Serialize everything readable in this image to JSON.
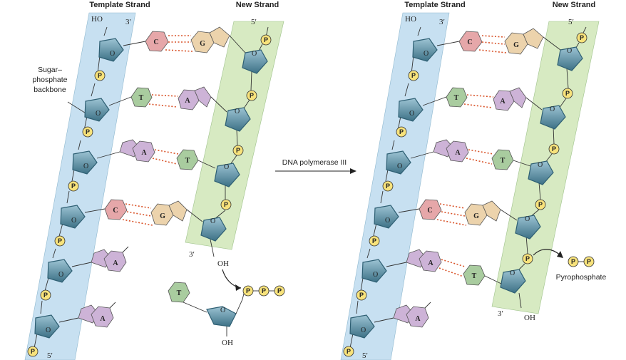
{
  "panels": [
    {
      "template_header": "Template Strand",
      "new_header": "New Strand",
      "template_top_group": "HO",
      "template_top_prime": "3′",
      "template_bottom_prime": "5′",
      "new_top_prime": "5′",
      "new_bottom_prime": "3′",
      "new_bottom_group": "OH",
      "pairs": [
        {
          "template": "C",
          "new": "G"
        },
        {
          "template": "T",
          "new": "A"
        },
        {
          "template": "A",
          "new": "T"
        },
        {
          "template": "C",
          "new": "G"
        }
      ],
      "unpaired_template_bases": [
        "A",
        "A"
      ],
      "incoming_nucleotide": {
        "base": "T",
        "oh": "OH",
        "phosphates": [
          "P",
          "P",
          "P"
        ]
      }
    },
    {
      "template_header": "Template Strand",
      "new_header": "New Strand",
      "template_top_group": "HO",
      "template_top_prime": "3′",
      "template_bottom_prime": "5′",
      "new_top_prime": "5′",
      "new_bottom_prime": "3′",
      "new_bottom_group": "OH",
      "pairs": [
        {
          "template": "C",
          "new": "G"
        },
        {
          "template": "T",
          "new": "A"
        },
        {
          "template": "A",
          "new": "T"
        },
        {
          "template": "C",
          "new": "G"
        },
        {
          "template": "A",
          "new": "T"
        }
      ],
      "unpaired_template_bases": [
        "A"
      ],
      "pyrophosphate": {
        "label": "Pyrophosphate",
        "phosphates": [
          "P",
          "P"
        ]
      }
    }
  ],
  "backbone_label": "Sugar–\nphosphate\nbackbone",
  "enzyme_label": "DNA polymerase III",
  "phosphate_symbol": "P",
  "ring_oxygen": "O",
  "colors": {
    "template_band": "#c7e0f1",
    "new_band": "#d7eac2",
    "sugar": "#6a9cb1",
    "sugar_dark": "#2e5f73",
    "phosphate": "#f7e27b",
    "purine_G": "#ecd3ac",
    "cytosine": "#e6a7a9",
    "thymine": "#a9cc9f",
    "adenine": "#cdb3d7",
    "hbond": "#d9542a"
  }
}
